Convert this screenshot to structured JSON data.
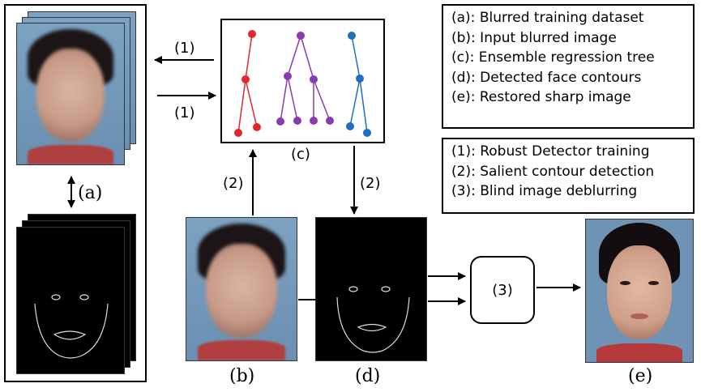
{
  "legend_items": [
    "(a): Blurred training dataset",
    "(b): Input blurred image",
    "(c): Ensemble regression tree",
    "(d): Detected face contours",
    "(e): Restored sharp image"
  ],
  "step_items": [
    "(1): Robust Detector training",
    "(2): Salient contour detection",
    "(3): Blind image deblurring"
  ],
  "panel_labels": {
    "a": "(a)",
    "b": "(b)",
    "c": "(c)",
    "d": "(d)",
    "e": "(e)"
  },
  "arrow_labels": {
    "train_left": "(1)",
    "train_right": "(1)",
    "input_up": "(2)",
    "detect_down": "(2)"
  },
  "process_label": "(3)",
  "tree_colors": {
    "tree1": "#e3262b",
    "tree2": "#8a3bb0",
    "tree3": "#1f6fc0"
  }
}
